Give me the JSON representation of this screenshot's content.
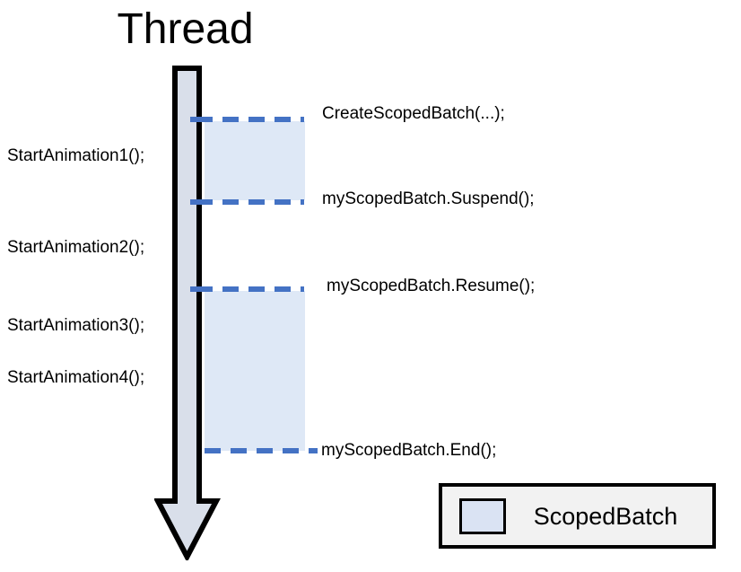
{
  "diagram": {
    "title": "Thread",
    "thread_labels": [
      {
        "id": "start-1",
        "text": "StartAnimation1();"
      },
      {
        "id": "start-2",
        "text": "StartAnimation2();"
      },
      {
        "id": "start-3",
        "text": "StartAnimation3();"
      },
      {
        "id": "start-4",
        "text": "StartAnimation4();"
      }
    ],
    "api_labels": [
      {
        "id": "create",
        "text": "CreateScopedBatch(...);"
      },
      {
        "id": "suspend",
        "text": "myScopedBatch.Suspend();"
      },
      {
        "id": "resume",
        "text": "myScopedBatch.Resume();"
      },
      {
        "id": "end",
        "text": "myScopedBatch.End();"
      }
    ],
    "legend": {
      "label": "ScopedBatch",
      "swatch_color": "#dae3f3",
      "border_color": "#000000",
      "background_color": "#f2f2f2"
    },
    "colors": {
      "batch_fill": "#dee8f6",
      "dash_line": "#4472c4",
      "arrow_fill": "#d9dfea",
      "arrow_outline": "#000000",
      "text": "#000000",
      "canvas_background": "#ffffff"
    },
    "regions": [
      {
        "id": "batch-1",
        "label": "ScopedBatch active region 1",
        "from": "CreateScopedBatch(...);",
        "to": "myScopedBatch.Suspend();"
      },
      {
        "id": "batch-2",
        "label": "ScopedBatch active region 2",
        "from": "myScopedBatch.Resume();",
        "to": "myScopedBatch.End();"
      }
    ],
    "arrow": {
      "name": "thread-direction-arrow",
      "direction": "down"
    }
  }
}
